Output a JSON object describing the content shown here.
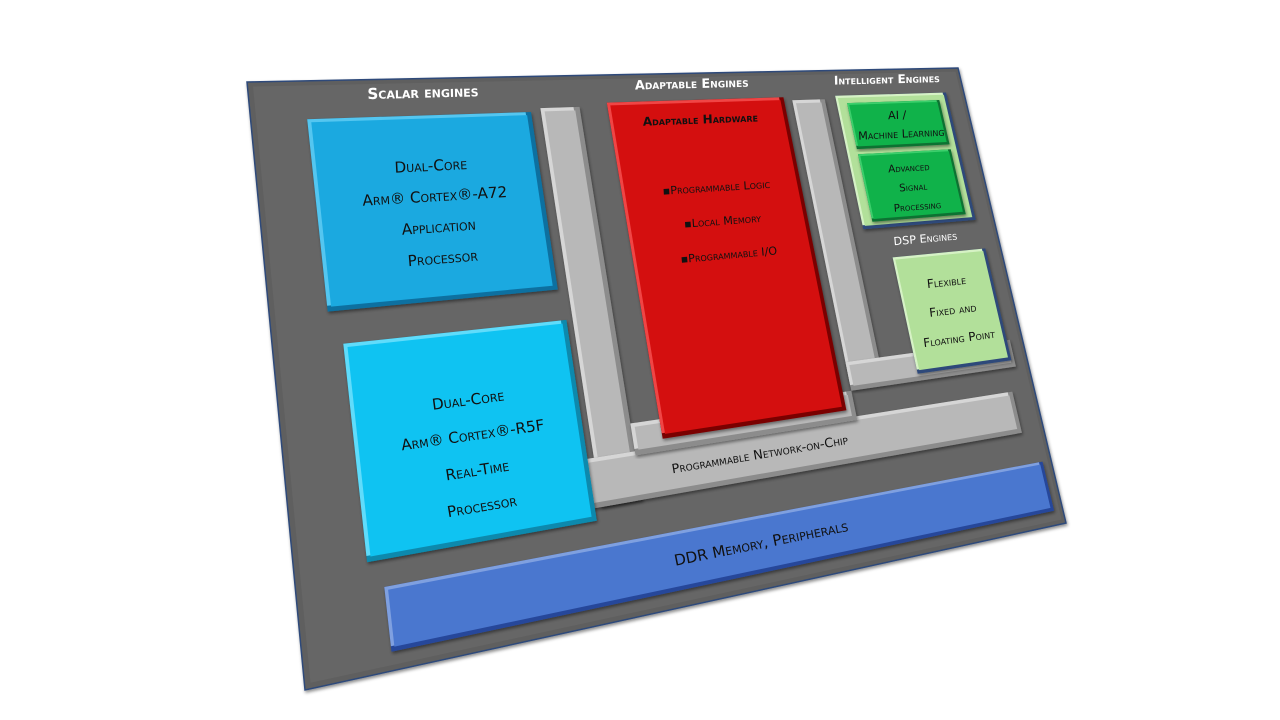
{
  "diagram": {
    "sections": {
      "scalar": "Scalar engines",
      "adaptable": "Adaptable Engines",
      "intelligent": "Intelligent Engines",
      "dsp": "DSP Engines"
    },
    "blocks": {
      "a72": [
        "Dual-Core",
        "Arm® Cortex®-A72",
        "Application",
        "Processor"
      ],
      "r5f": [
        "Dual-Core",
        "Arm® Cortex®-R5F",
        "Real-Time",
        "Processor"
      ],
      "adaptable_hw": {
        "title": "Adaptable Hardware",
        "items": [
          "Programmable Logic",
          "Local Memory",
          "Programmable I/O"
        ]
      },
      "ai": [
        "AI /",
        "Machine Learning"
      ],
      "asp": [
        "Advanced",
        "Signal",
        "Processing"
      ],
      "dsp": [
        "Flexible",
        "Fixed and",
        "Floating Point"
      ]
    },
    "noc": "Programmable Network-on-Chip",
    "ddr": "DDR Memory, Peripherals"
  },
  "colors": {
    "board": "#5f5f5f",
    "rail": "#b8b8b8",
    "a72": "#1ba9e0",
    "r5f": "#0fc3f2",
    "adaptable": "#d40f0f",
    "intelligent_outer": "#b2e09a",
    "intelligent_inner": "#10b24a",
    "dsp": "#b2e09a",
    "ddr": "#4a77cf",
    "section_text": "#ffffff",
    "block_text": "#111111"
  }
}
